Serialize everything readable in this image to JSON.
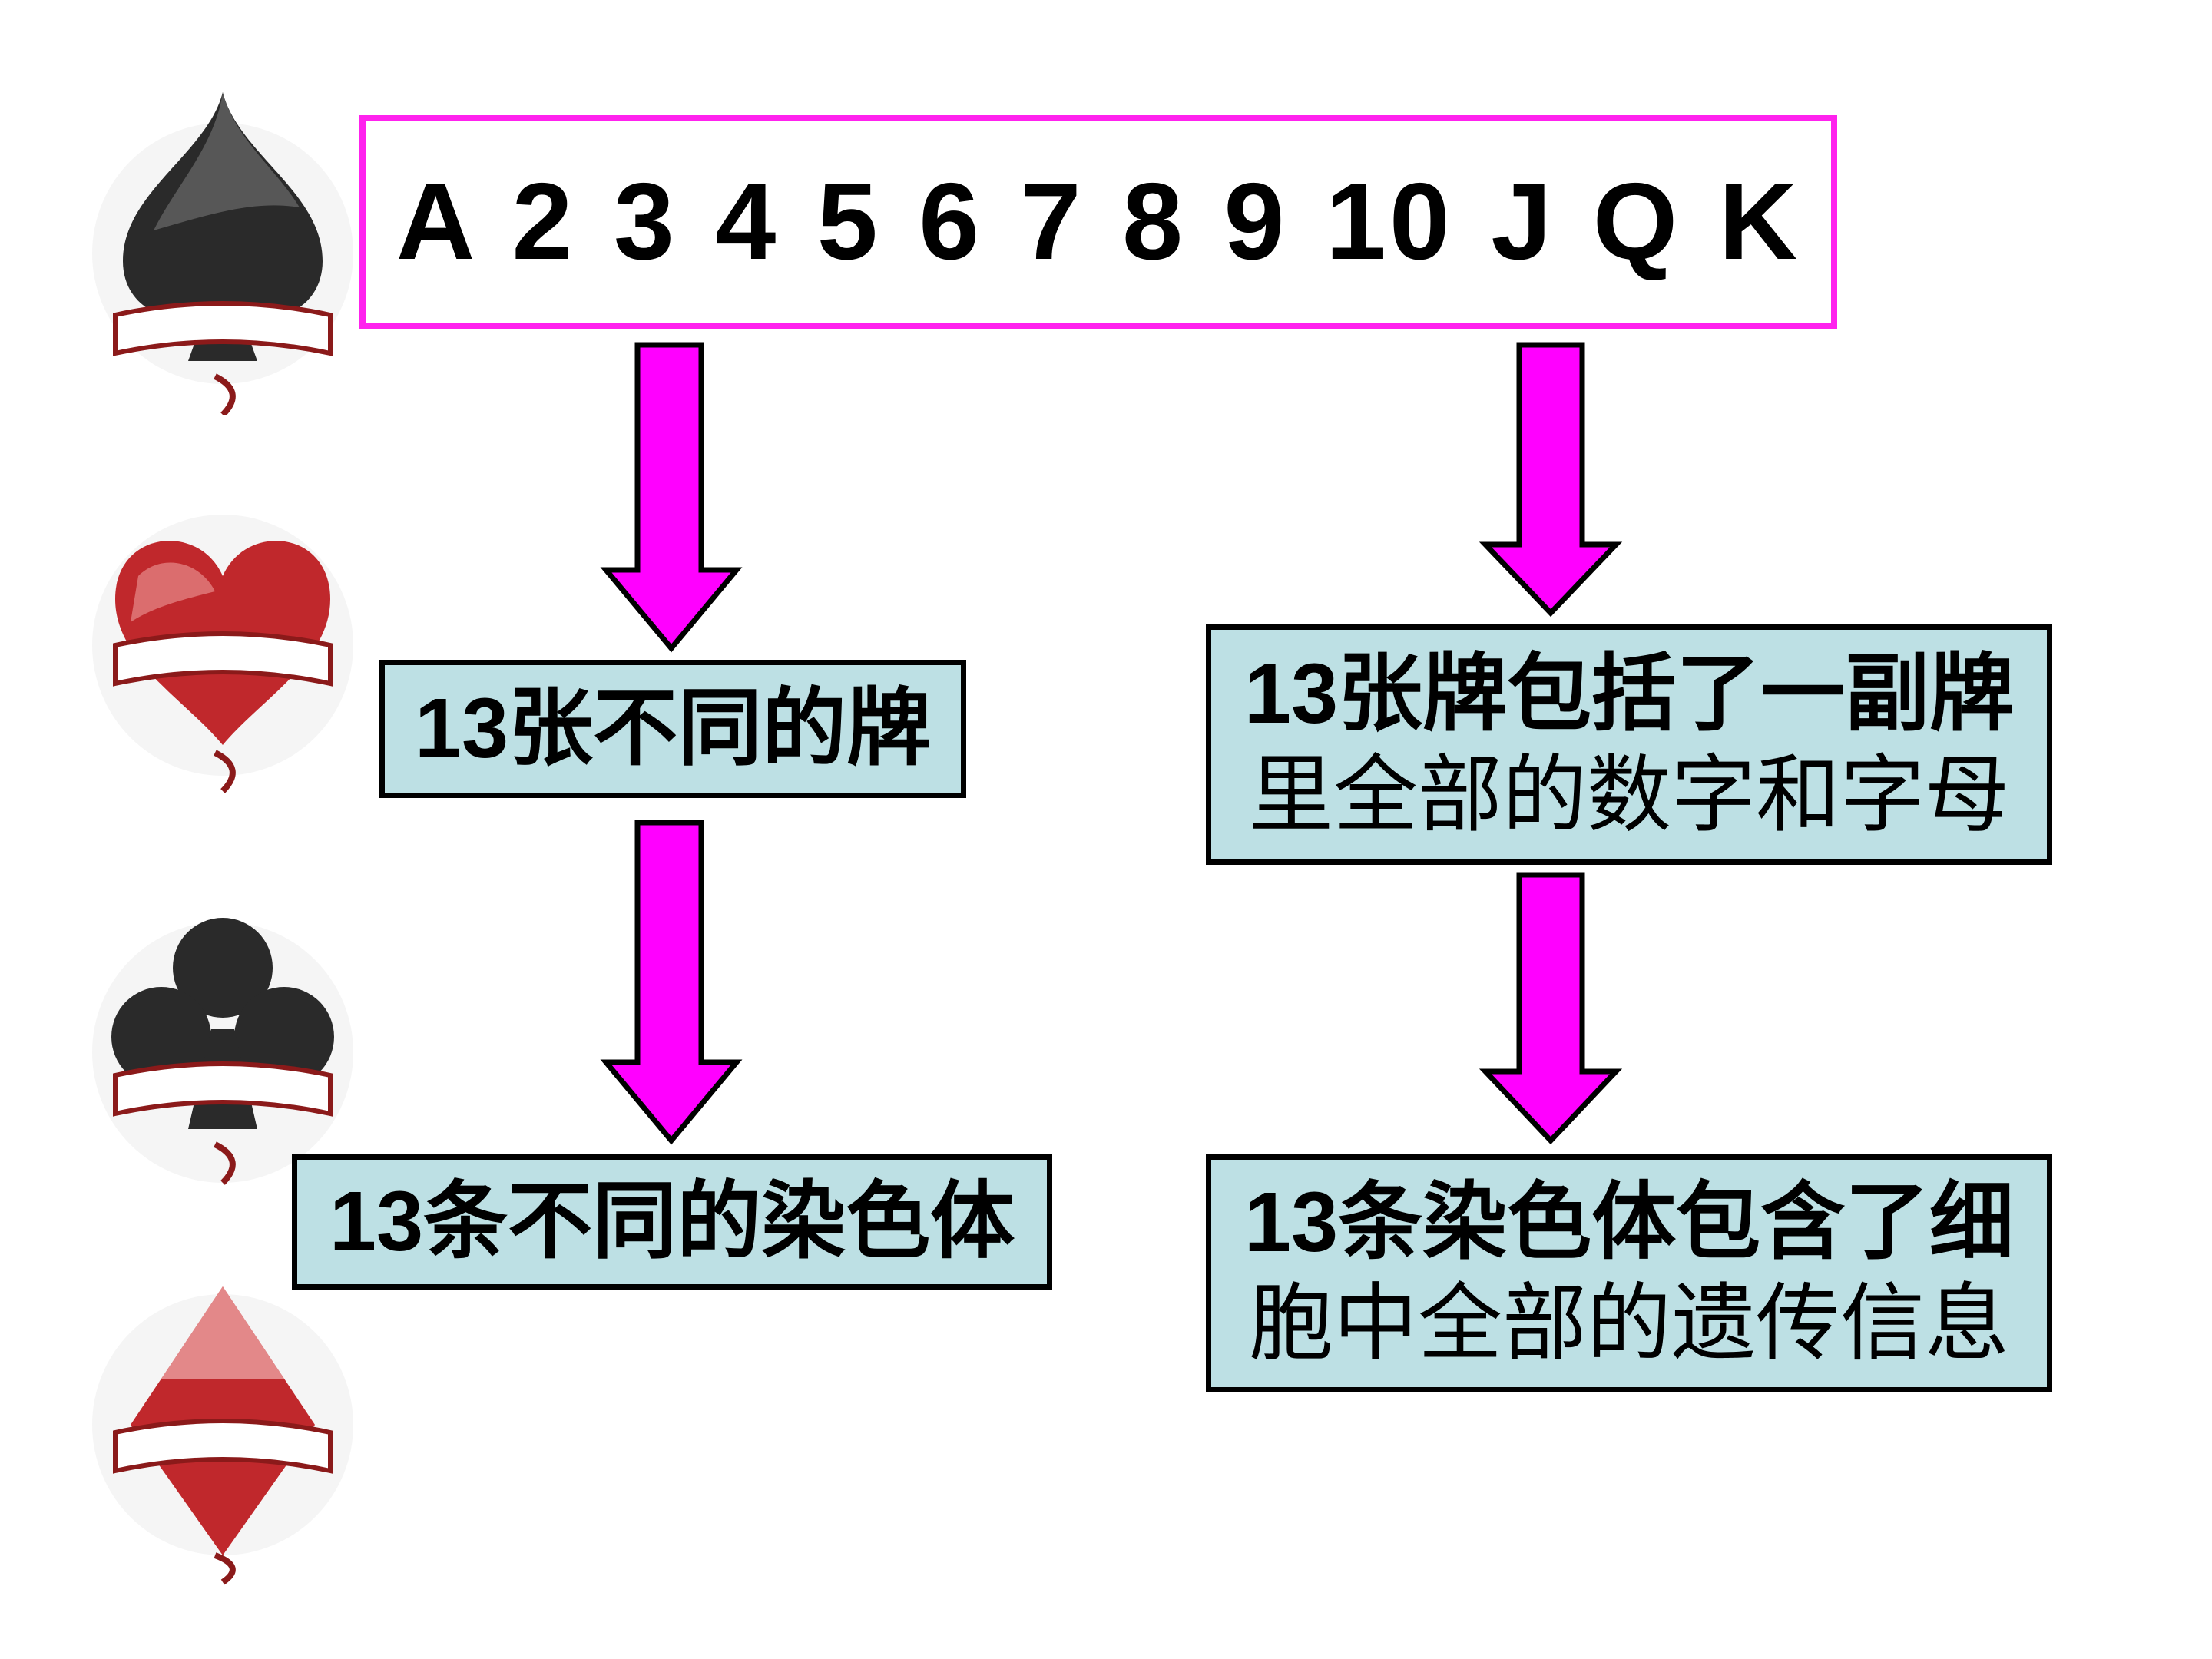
{
  "ranks": "A 2 3 4 5 6 7 8 9 10 J Q K",
  "left_boxes": [
    "13张不同的牌",
    "13条不同的染色体"
  ],
  "right_boxes": [
    {
      "line1": "13张牌包括了一副牌",
      "line2": "里全部的数字和字母"
    },
    {
      "line1": "13条染色体包含了细",
      "line2": "胞中全部的遗传信息"
    }
  ],
  "suits": [
    "spade-icon",
    "heart-icon",
    "club-icon",
    "diamond-icon"
  ],
  "colors": {
    "border_accent": "#ff22ee",
    "arrow_fill": "#ff00ff",
    "box_fill": "#bde0e4",
    "suit_red": "#c0282c",
    "suit_black": "#222222"
  }
}
